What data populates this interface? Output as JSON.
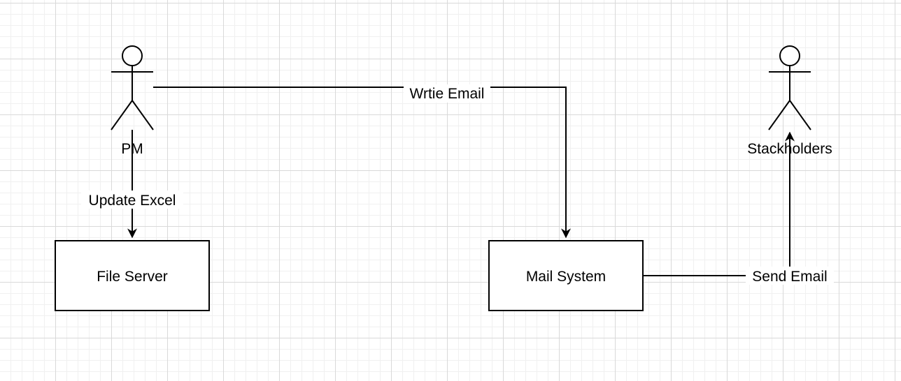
{
  "actors": {
    "pm": {
      "label": "PM"
    },
    "stakeholders": {
      "label": "Stackholders"
    }
  },
  "nodes": {
    "file_server": {
      "label": "File Server"
    },
    "mail_system": {
      "label": "Mail System"
    }
  },
  "edges": {
    "update_excel": {
      "label": "Update Excel"
    },
    "write_email": {
      "label": "Wrtie Email"
    },
    "send_email": {
      "label": "Send Email"
    }
  }
}
